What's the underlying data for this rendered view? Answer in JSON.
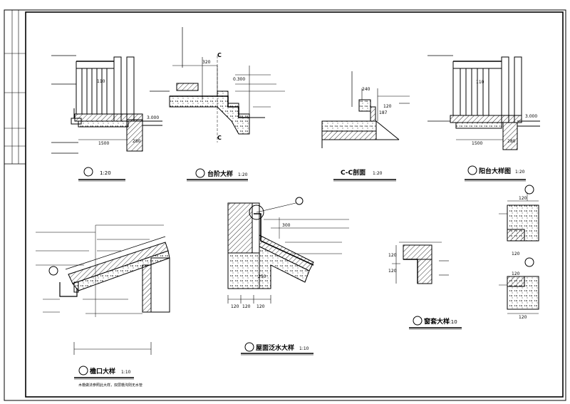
{
  "labels": {
    "d1_scale": "1:20",
    "d2_title": "台阶大样",
    "d2_scale": "1:20",
    "d3_title": "C-C剖面",
    "d3_scale": "1:20",
    "d4_title": "阳台大样图",
    "d4_scale": "1:20",
    "d5_title": "檐口大样",
    "d5_scale": "1:10",
    "d5_note": "木檐做法参照此大样，双层檐沟则无水管",
    "d6_title": "屋面泛水大样",
    "d6_scale": "1:10",
    "d7_title": "窗套大样",
    "d7_scale": "1:10"
  },
  "dims": {
    "d1_a": "110",
    "d1_b": "1500",
    "d1_c": "3.000",
    "d1_d": "280",
    "d2_a": "320",
    "d2_b": "0.300",
    "d2_c1": "C",
    "d2_c2": "C",
    "d3_a": "240",
    "d3_b": "187",
    "d3_c": "120",
    "d4_a": "110",
    "d4_b": "3.000",
    "d4_c": "1500",
    "d4_d": "280",
    "d6_a": "300",
    "d6_b": "120",
    "d6_c": "120",
    "d6_d": "120",
    "d6_e": "250",
    "d7_a": "120",
    "d7_b": "120",
    "d7_c": "120",
    "d7_d": "120",
    "d7_e": "120",
    "d7_f": "120"
  }
}
